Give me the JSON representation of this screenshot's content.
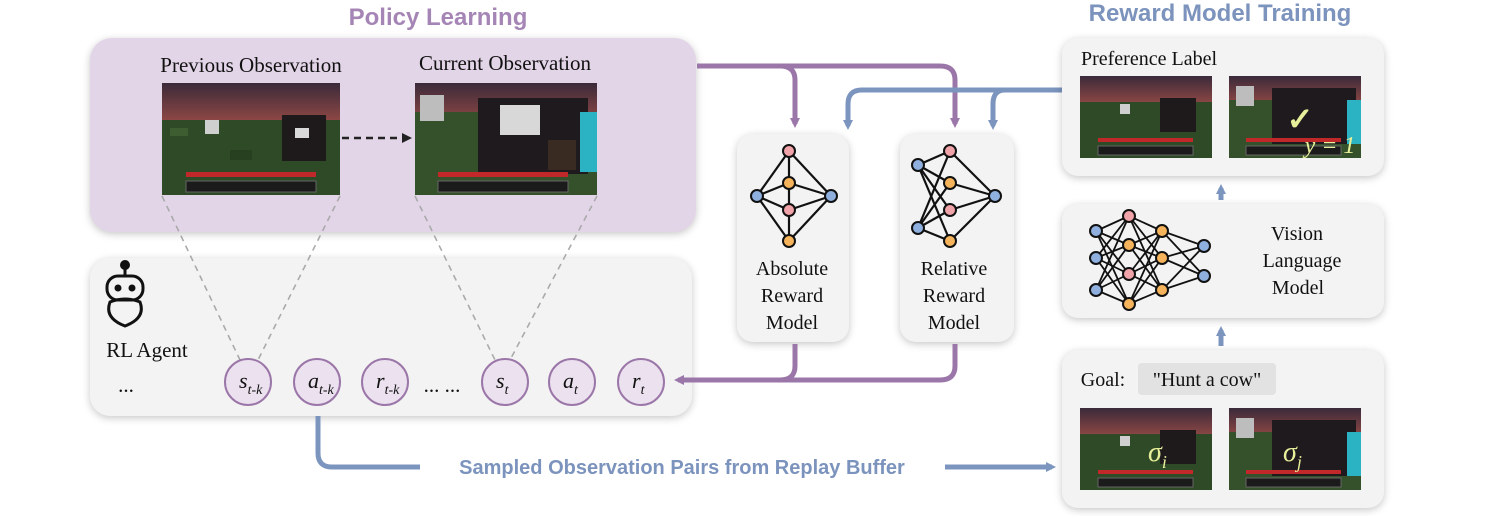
{
  "sections": {
    "policy_learning": "Policy Learning",
    "reward_model_training": "Reward Model Training"
  },
  "observations": {
    "previous": "Previous Observation",
    "current": "Current Observation"
  },
  "agent": {
    "label": "RL Agent",
    "ellipsis_left": "...",
    "ellipsis_mid": "... ...",
    "tokens": [
      {
        "base": "s",
        "sub": "t-k"
      },
      {
        "base": "a",
        "sub": "t-k"
      },
      {
        "base": "r",
        "sub": "t-k"
      },
      {
        "base": "s",
        "sub": "t"
      },
      {
        "base": "a",
        "sub": "t"
      },
      {
        "base": "r",
        "sub": "t"
      }
    ]
  },
  "models": {
    "absolute": [
      "Absolute",
      "Reward",
      "Model"
    ],
    "relative": [
      "Relative",
      "Reward",
      "Model"
    ],
    "vlm": [
      "Vision",
      "Language",
      "Model"
    ]
  },
  "preference": {
    "label": "Preference Label",
    "check": "✓",
    "y_label": "y = 1"
  },
  "goal": {
    "label": "Goal:",
    "text": "\"Hunt a cow\"",
    "sigma_i": "σ",
    "sigma_i_sub": "i",
    "sigma_j": "σ",
    "sigma_j_sub": "j"
  },
  "replay_label": "Sampled Observation Pairs from Replay Buffer",
  "colors": {
    "purple_arrow": "#9b76a8",
    "blue_arrow": "#7b95bf",
    "purple_title": "#a585b5",
    "blue_title": "#7b93bd",
    "panel_purple": "#e3d5e8",
    "panel_gray": "#f3f3f3",
    "node_red": "#f0a3a8",
    "node_orange": "#f5b35c",
    "node_blue": "#8fb0df"
  }
}
